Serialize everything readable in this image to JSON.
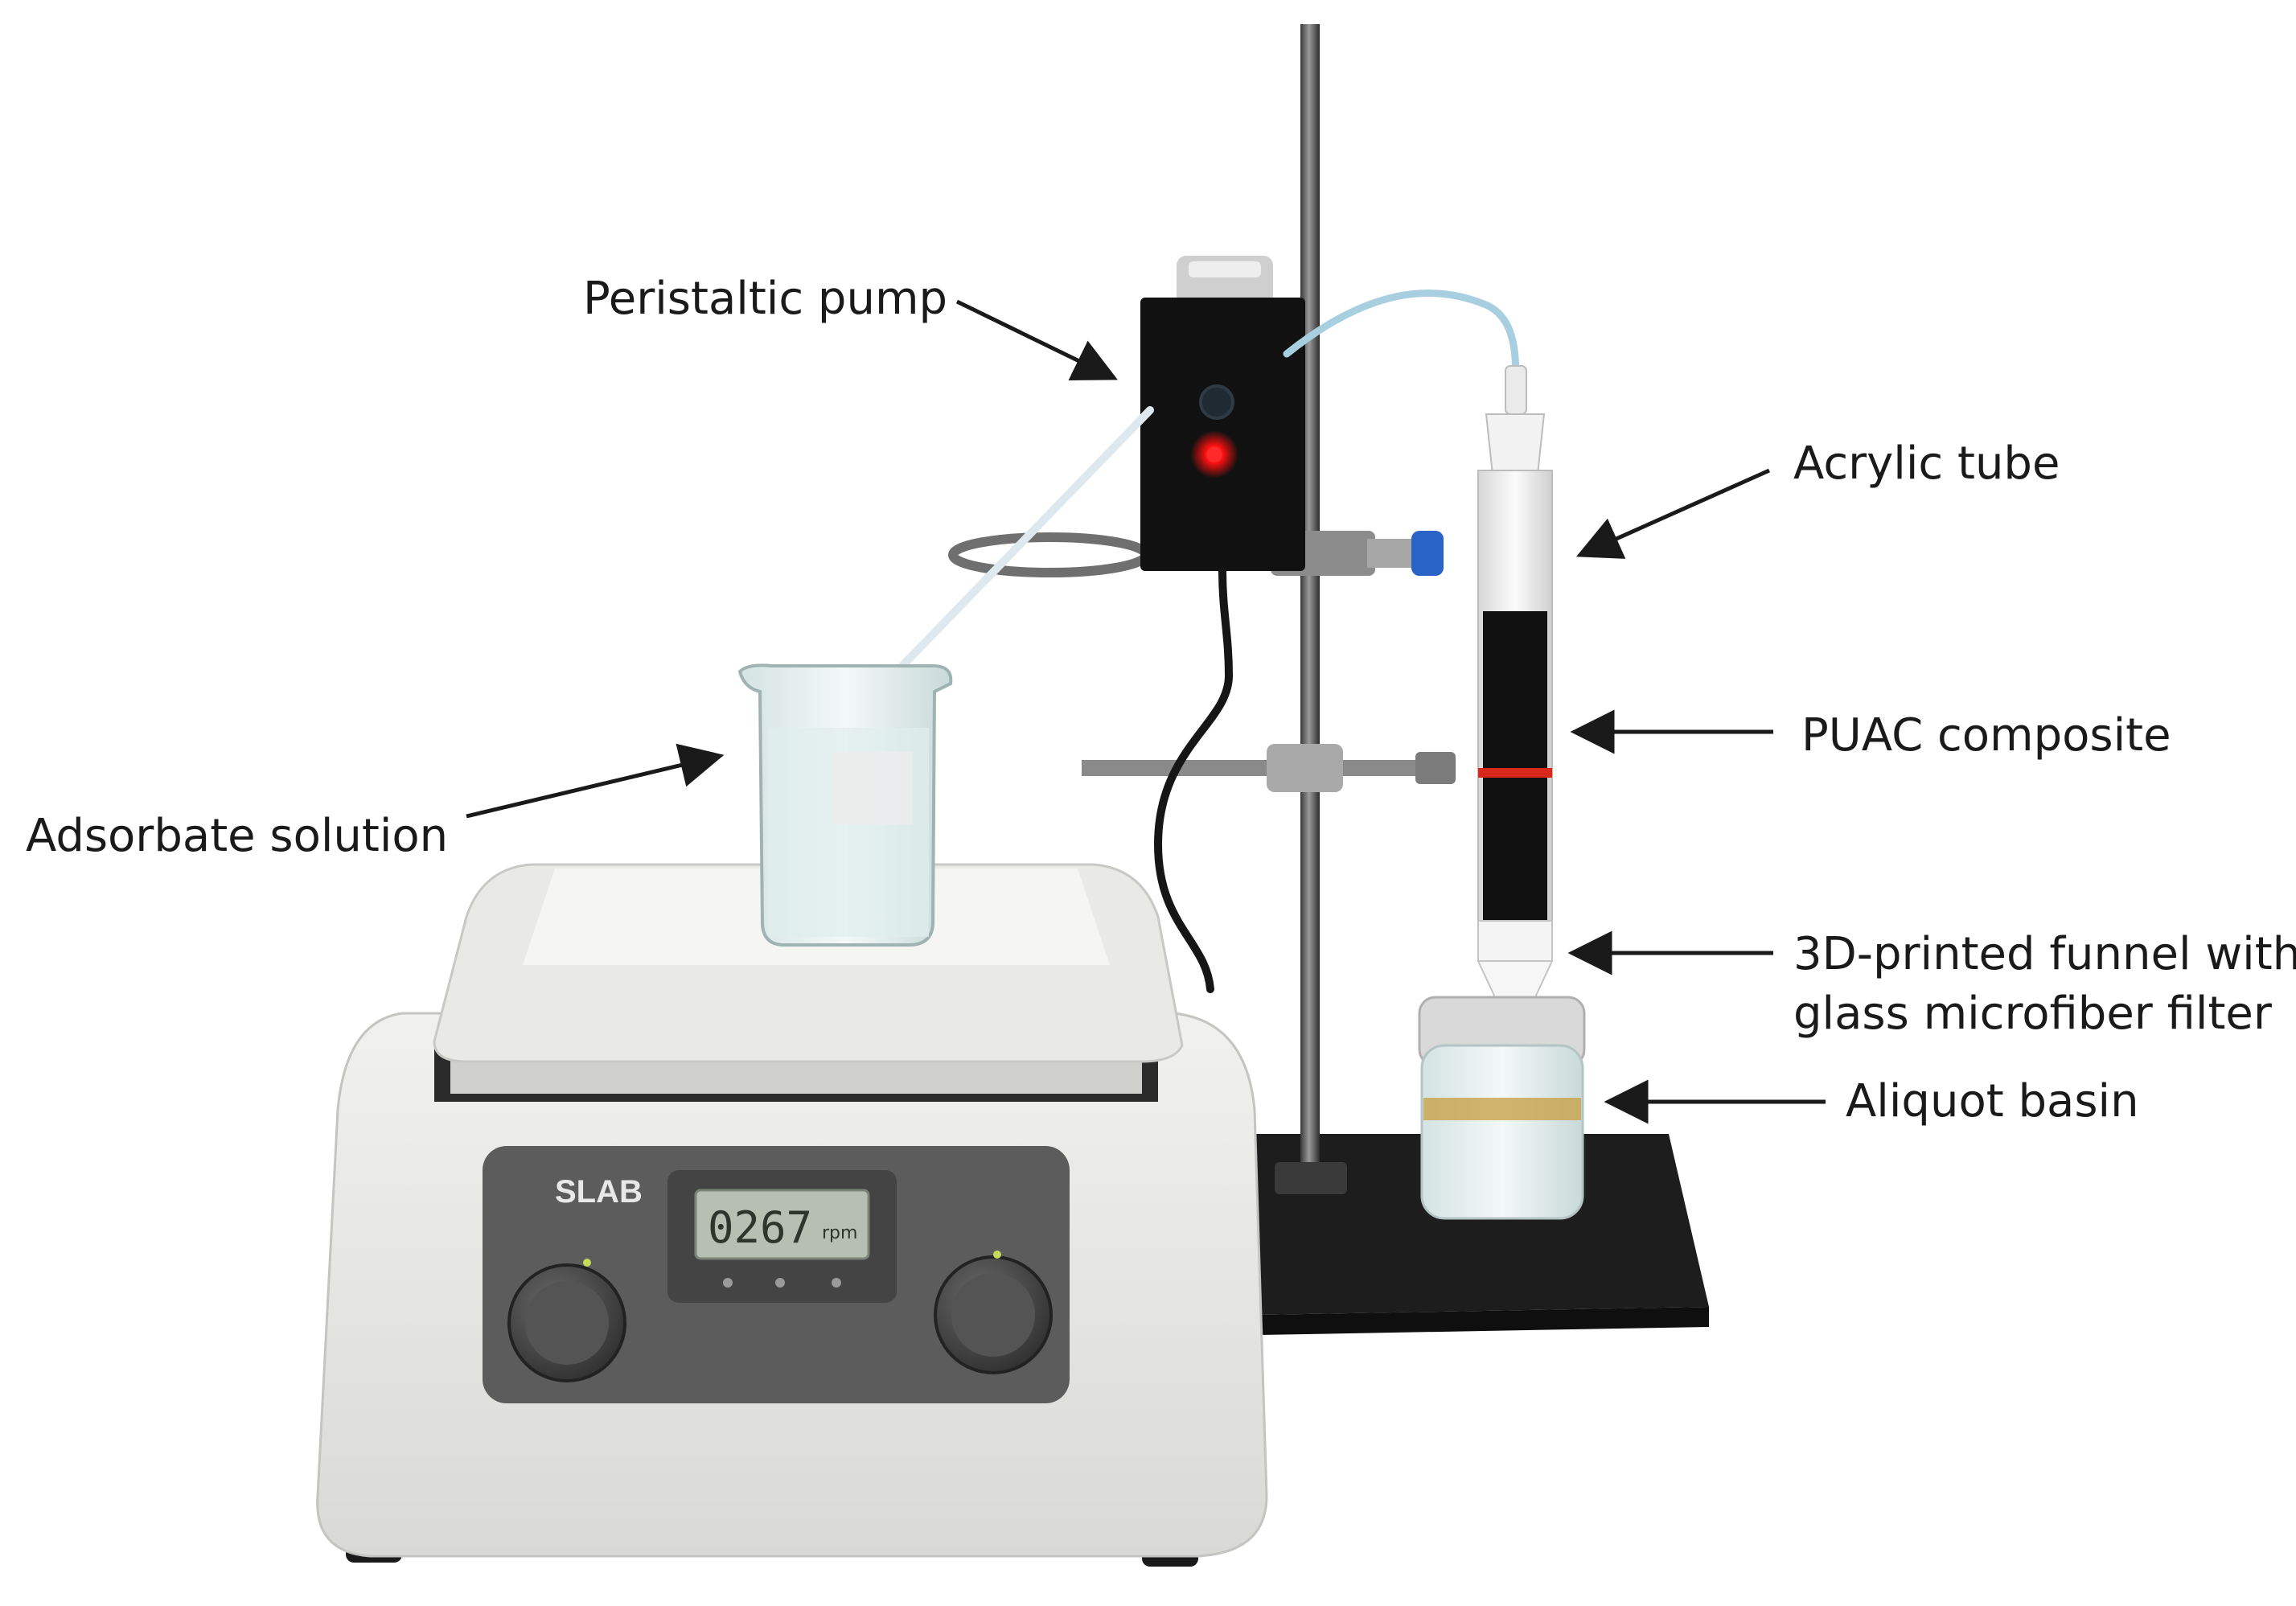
{
  "labels": {
    "peristaltic_pump": "Peristaltic  pump",
    "acrylic_tube": "Acrylic tube",
    "puac_composite": "PUAC composite",
    "funnel_line1": "3D-printed funnel with",
    "funnel_line2": "glass microfiber filter",
    "aliquot_basin": "Aliquot basin",
    "adsorbate_solution": "Adsorbate solution"
  },
  "device": {
    "brand_logo": "SLAB",
    "display_value": "0267",
    "display_unit": "rpm"
  },
  "colors": {
    "background": "#ffffff",
    "pump_led": "#ff1010",
    "composite": "#111111",
    "tube_band": "#d8281c",
    "valve_knob": "#2a63c8",
    "stand_base": "#1c1c1c"
  }
}
